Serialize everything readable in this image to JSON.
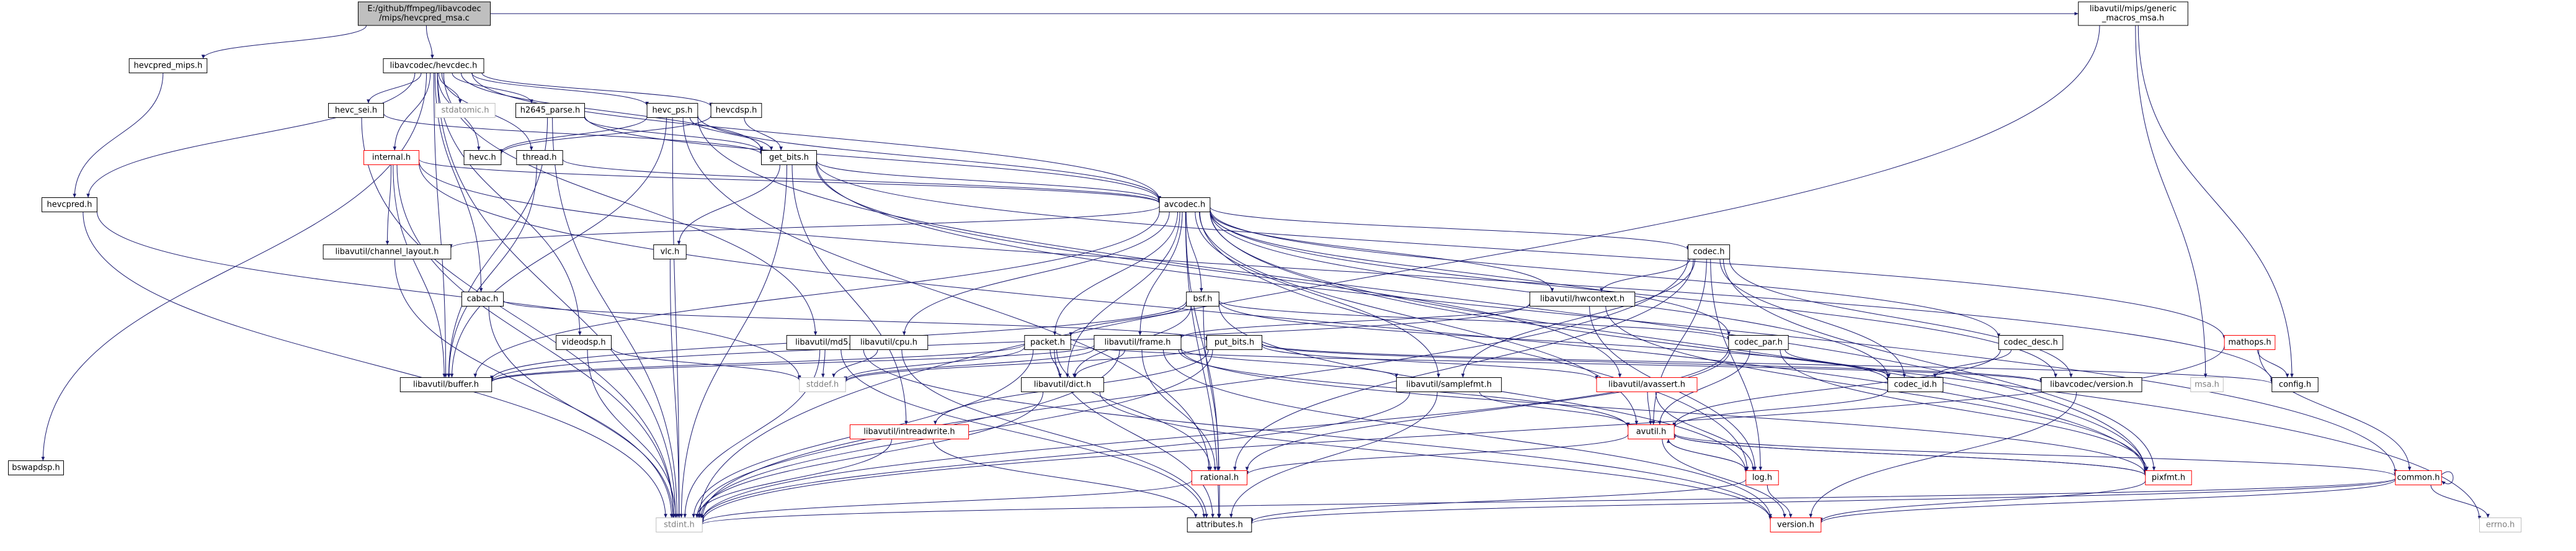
{
  "graph": {
    "colors": {
      "background": "#ffffff",
      "root_fill": "#bfbfbf",
      "node_fill": "#ffffff",
      "node_border": "#000000",
      "incomplete_border": "#ff0000",
      "external_border": "#bfbfbf",
      "external_text": "#7f7f7f",
      "edge": "#191970"
    },
    "nodes": [
      {
        "id": "root",
        "label": "E:/github/ffmpeg/libavcodec\n/mips/hevcpred_msa.c",
        "kind": "root"
      },
      {
        "id": "hevcpred_mips",
        "label": "hevcpred_mips.h",
        "kind": "normal"
      },
      {
        "id": "hevcdec",
        "label": "libavcodec/hevcdec.h",
        "kind": "normal"
      },
      {
        "id": "generic_macros",
        "label": "libavutil/mips/generic\n_macros_msa.h",
        "kind": "normal"
      },
      {
        "id": "hevc_sei",
        "label": "hevc_sei.h",
        "kind": "normal"
      },
      {
        "id": "stdatomic",
        "label": "stdatomic.h",
        "kind": "external"
      },
      {
        "id": "h2645",
        "label": "h2645_parse.h",
        "kind": "normal"
      },
      {
        "id": "hevc_ps",
        "label": "hevc_ps.h",
        "kind": "normal"
      },
      {
        "id": "hevcdsp",
        "label": "hevcdsp.h",
        "kind": "normal"
      },
      {
        "id": "internal",
        "label": "internal.h",
        "kind": "incomplete"
      },
      {
        "id": "hevc",
        "label": "hevc.h",
        "kind": "normal"
      },
      {
        "id": "thread",
        "label": "thread.h",
        "kind": "normal"
      },
      {
        "id": "get_bits",
        "label": "get_bits.h",
        "kind": "normal"
      },
      {
        "id": "hevcpred",
        "label": "hevcpred.h",
        "kind": "normal"
      },
      {
        "id": "avcodec",
        "label": "avcodec.h",
        "kind": "normal"
      },
      {
        "id": "channel_layout",
        "label": "libavutil/channel_layout.h",
        "kind": "normal"
      },
      {
        "id": "vlc",
        "label": "vlc.h",
        "kind": "normal"
      },
      {
        "id": "cabac",
        "label": "cabac.h",
        "kind": "normal"
      },
      {
        "id": "codec",
        "label": "codec.h",
        "kind": "normal"
      },
      {
        "id": "bsf",
        "label": "bsf.h",
        "kind": "normal"
      },
      {
        "id": "hwcontext",
        "label": "libavutil/hwcontext.h",
        "kind": "normal"
      },
      {
        "id": "mathops",
        "label": "mathops.h",
        "kind": "incomplete"
      },
      {
        "id": "videodsp",
        "label": "videodsp.h",
        "kind": "normal"
      },
      {
        "id": "md5",
        "label": "libavutil/md5.h",
        "kind": "normal"
      },
      {
        "id": "cpu",
        "label": "libavutil/cpu.h",
        "kind": "normal"
      },
      {
        "id": "packet",
        "label": "packet.h",
        "kind": "normal"
      },
      {
        "id": "frame",
        "label": "libavutil/frame.h",
        "kind": "normal"
      },
      {
        "id": "put_bits",
        "label": "put_bits.h",
        "kind": "normal"
      },
      {
        "id": "codec_par",
        "label": "codec_par.h",
        "kind": "normal"
      },
      {
        "id": "codec_desc",
        "label": "codec_desc.h",
        "kind": "normal"
      },
      {
        "id": "bswapdsp",
        "label": "bswapdsp.h",
        "kind": "normal"
      },
      {
        "id": "buffer",
        "label": "libavutil/buffer.h",
        "kind": "normal"
      },
      {
        "id": "stddef",
        "label": "stddef.h",
        "kind": "external"
      },
      {
        "id": "dict",
        "label": "libavutil/dict.h",
        "kind": "normal"
      },
      {
        "id": "samplefmt",
        "label": "libavutil/samplefmt.h",
        "kind": "normal"
      },
      {
        "id": "avassert",
        "label": "libavutil/avassert.h",
        "kind": "incomplete"
      },
      {
        "id": "codec_id",
        "label": "codec_id.h",
        "kind": "normal"
      },
      {
        "id": "version",
        "label": "libavcodec/version.h",
        "kind": "normal"
      },
      {
        "id": "config",
        "label": "config.h",
        "kind": "normal"
      },
      {
        "id": "msa",
        "label": "msa.h",
        "kind": "external"
      },
      {
        "id": "intreadwrite",
        "label": "libavutil/intreadwrite.h",
        "kind": "incomplete"
      },
      {
        "id": "avutil",
        "label": "avutil.h",
        "kind": "incomplete"
      },
      {
        "id": "rational",
        "label": "rational.h",
        "kind": "incomplete"
      },
      {
        "id": "log",
        "label": "log.h",
        "kind": "incomplete"
      },
      {
        "id": "pixfmt",
        "label": "pixfmt.h",
        "kind": "incomplete"
      },
      {
        "id": "common",
        "label": "common.h",
        "kind": "incomplete"
      },
      {
        "id": "stdint",
        "label": "stdint.h",
        "kind": "external"
      },
      {
        "id": "attributes",
        "label": "attributes.h",
        "kind": "normal"
      },
      {
        "id": "version_u",
        "label": "version.h",
        "kind": "incomplete"
      },
      {
        "id": "errno",
        "label": "errno.h",
        "kind": "external"
      }
    ],
    "edges": [
      [
        "root",
        "hevcpred_mips"
      ],
      [
        "root",
        "hevcdec"
      ],
      [
        "root",
        "generic_macros"
      ],
      [
        "hevcpred_mips",
        "hevcpred"
      ],
      [
        "hevcdec",
        "hevc_sei"
      ],
      [
        "hevcdec",
        "stdatomic"
      ],
      [
        "hevcdec",
        "h2645"
      ],
      [
        "hevcdec",
        "hevc_ps"
      ],
      [
        "hevcdec",
        "hevcdsp"
      ],
      [
        "hevcdec",
        "internal"
      ],
      [
        "hevcdec",
        "hevc"
      ],
      [
        "hevcdec",
        "thread"
      ],
      [
        "hevcdec",
        "get_bits"
      ],
      [
        "hevcdec",
        "hevcpred"
      ],
      [
        "hevcdec",
        "avcodec"
      ],
      [
        "hevcdec",
        "cabac"
      ],
      [
        "hevcdec",
        "videodsp"
      ],
      [
        "hevcdec",
        "md5"
      ],
      [
        "hevcdec",
        "buffer"
      ],
      [
        "hevcdec",
        "bswapdsp"
      ],
      [
        "hevcdec",
        "stdint"
      ],
      [
        "hevc_sei",
        "get_bits"
      ],
      [
        "hevc_sei",
        "stdint"
      ],
      [
        "h2645",
        "avcodec"
      ],
      [
        "h2645",
        "get_bits"
      ],
      [
        "h2645",
        "buffer"
      ],
      [
        "h2645",
        "stdint"
      ],
      [
        "hevc_ps",
        "hevc"
      ],
      [
        "hevc_ps",
        "get_bits"
      ],
      [
        "hevc_ps",
        "avcodec"
      ],
      [
        "hevc_ps",
        "buffer"
      ],
      [
        "hevc_ps",
        "pixfmt"
      ],
      [
        "hevc_ps",
        "rational"
      ],
      [
        "hevc_ps",
        "stdint"
      ],
      [
        "hevcdsp",
        "get_bits"
      ],
      [
        "hevcdsp",
        "hevc"
      ],
      [
        "internal",
        "avcodec"
      ],
      [
        "internal",
        "buffer"
      ],
      [
        "internal",
        "channel_layout"
      ],
      [
        "internal",
        "stdint"
      ],
      [
        "internal",
        "pixfmt"
      ],
      [
        "internal",
        "config"
      ],
      [
        "thread",
        "buffer"
      ],
      [
        "thread",
        "avcodec"
      ],
      [
        "get_bits",
        "avcodec"
      ],
      [
        "get_bits",
        "vlc"
      ],
      [
        "get_bits",
        "intreadwrite"
      ],
      [
        "get_bits",
        "stdint"
      ],
      [
        "get_bits",
        "mathops"
      ],
      [
        "get_bits",
        "avassert"
      ],
      [
        "get_bits",
        "common"
      ],
      [
        "hevcpred",
        "stddef"
      ],
      [
        "hevcpred",
        "stdint"
      ],
      [
        "avcodec",
        "channel_layout"
      ],
      [
        "avcodec",
        "codec"
      ],
      [
        "avcodec",
        "bsf"
      ],
      [
        "avcodec",
        "hwcontext"
      ],
      [
        "avcodec",
        "buffer"
      ],
      [
        "avcodec",
        "cpu"
      ],
      [
        "avcodec",
        "packet"
      ],
      [
        "avcodec",
        "frame"
      ],
      [
        "avcodec",
        "dict"
      ],
      [
        "avcodec",
        "codec_par"
      ],
      [
        "avcodec",
        "codec_desc"
      ],
      [
        "avcodec",
        "codec_id"
      ],
      [
        "avcodec",
        "version"
      ],
      [
        "avcodec",
        "samplefmt"
      ],
      [
        "avcodec",
        "avutil"
      ],
      [
        "avcodec",
        "rational"
      ],
      [
        "avcodec",
        "log"
      ],
      [
        "avcodec",
        "pixfmt"
      ],
      [
        "avcodec",
        "attributes"
      ],
      [
        "avcodec",
        "errno"
      ],
      [
        "channel_layout",
        "stdint"
      ],
      [
        "vlc",
        "stdint"
      ],
      [
        "cabac",
        "stdint"
      ],
      [
        "cabac",
        "put_bits"
      ],
      [
        "codec",
        "rational"
      ],
      [
        "codec",
        "samplefmt"
      ],
      [
        "codec",
        "hwcontext"
      ],
      [
        "codec",
        "codec_id"
      ],
      [
        "codec",
        "avutil"
      ],
      [
        "codec",
        "log"
      ],
      [
        "codec",
        "pixfmt"
      ],
      [
        "codec",
        "version"
      ],
      [
        "codec",
        "stdint"
      ],
      [
        "bsf",
        "packet"
      ],
      [
        "bsf",
        "dict"
      ],
      [
        "bsf",
        "codec_id"
      ],
      [
        "bsf",
        "codec_par"
      ],
      [
        "bsf",
        "rational"
      ],
      [
        "bsf",
        "log"
      ],
      [
        "bsf",
        "buffer"
      ],
      [
        "hwcontext",
        "buffer"
      ],
      [
        "hwcontext",
        "frame"
      ],
      [
        "hwcontext",
        "log"
      ],
      [
        "hwcontext",
        "pixfmt"
      ],
      [
        "mathops",
        "config"
      ],
      [
        "mathops",
        "common"
      ],
      [
        "mathops",
        "stdint"
      ],
      [
        "videodsp",
        "stddef"
      ],
      [
        "videodsp",
        "stdint"
      ],
      [
        "md5",
        "stdint"
      ],
      [
        "md5",
        "attributes"
      ],
      [
        "md5",
        "version_u"
      ],
      [
        "md5",
        "stddef"
      ],
      [
        "cpu",
        "attributes"
      ],
      [
        "cpu",
        "stddef"
      ],
      [
        "packet",
        "buffer"
      ],
      [
        "packet",
        "stddef"
      ],
      [
        "packet",
        "stdint"
      ],
      [
        "packet",
        "attributes"
      ],
      [
        "packet",
        "dict"
      ],
      [
        "packet",
        "rational"
      ],
      [
        "packet",
        "version"
      ],
      [
        "frame",
        "buffer"
      ],
      [
        "frame",
        "stddef"
      ],
      [
        "frame",
        "stdint"
      ],
      [
        "frame",
        "avutil"
      ],
      [
        "frame",
        "dict"
      ],
      [
        "frame",
        "rational"
      ],
      [
        "frame",
        "samplefmt"
      ],
      [
        "frame",
        "pixfmt"
      ],
      [
        "frame",
        "version_u"
      ],
      [
        "put_bits",
        "stdint"
      ],
      [
        "put_bits",
        "stddef"
      ],
      [
        "put_bits",
        "config"
      ],
      [
        "put_bits",
        "intreadwrite"
      ],
      [
        "put_bits",
        "avassert"
      ],
      [
        "put_bits",
        "version"
      ],
      [
        "codec_par",
        "stdint"
      ],
      [
        "codec_par",
        "avutil"
      ],
      [
        "codec_par",
        "rational"
      ],
      [
        "codec_par",
        "pixfmt"
      ],
      [
        "codec_par",
        "codec_id"
      ],
      [
        "codec_desc",
        "avutil"
      ],
      [
        "codec_desc",
        "codec_id"
      ],
      [
        "dict",
        "stdint"
      ],
      [
        "dict",
        "version_u"
      ],
      [
        "samplefmt",
        "avutil"
      ],
      [
        "samplefmt",
        "attributes"
      ],
      [
        "samplefmt",
        "stdint"
      ],
      [
        "avassert",
        "avutil"
      ],
      [
        "avassert",
        "log"
      ],
      [
        "codec_id",
        "avutil"
      ],
      [
        "version",
        "version_u"
      ],
      [
        "generic_macros",
        "config"
      ],
      [
        "generic_macros",
        "msa"
      ],
      [
        "generic_macros",
        "stdint"
      ],
      [
        "intreadwrite",
        "attributes"
      ],
      [
        "intreadwrite",
        "stdint"
      ],
      [
        "avutil",
        "common"
      ],
      [
        "avutil",
        "rational"
      ],
      [
        "avutil",
        "version_u"
      ],
      [
        "avutil",
        "log"
      ],
      [
        "avutil",
        "pixfmt"
      ],
      [
        "rational",
        "stdint"
      ],
      [
        "rational",
        "attributes"
      ],
      [
        "log",
        "stdarg_dummy_none"
      ],
      [
        "log",
        "avutil"
      ],
      [
        "log",
        "attributes"
      ],
      [
        "log",
        "version_u"
      ],
      [
        "pixfmt",
        "avutil"
      ],
      [
        "pixfmt",
        "version_u"
      ],
      [
        "common",
        "errno"
      ],
      [
        "common",
        "attributes"
      ],
      [
        "common",
        "stdint"
      ],
      [
        "common",
        "version_u"
      ],
      [
        "common",
        "common"
      ]
    ]
  }
}
